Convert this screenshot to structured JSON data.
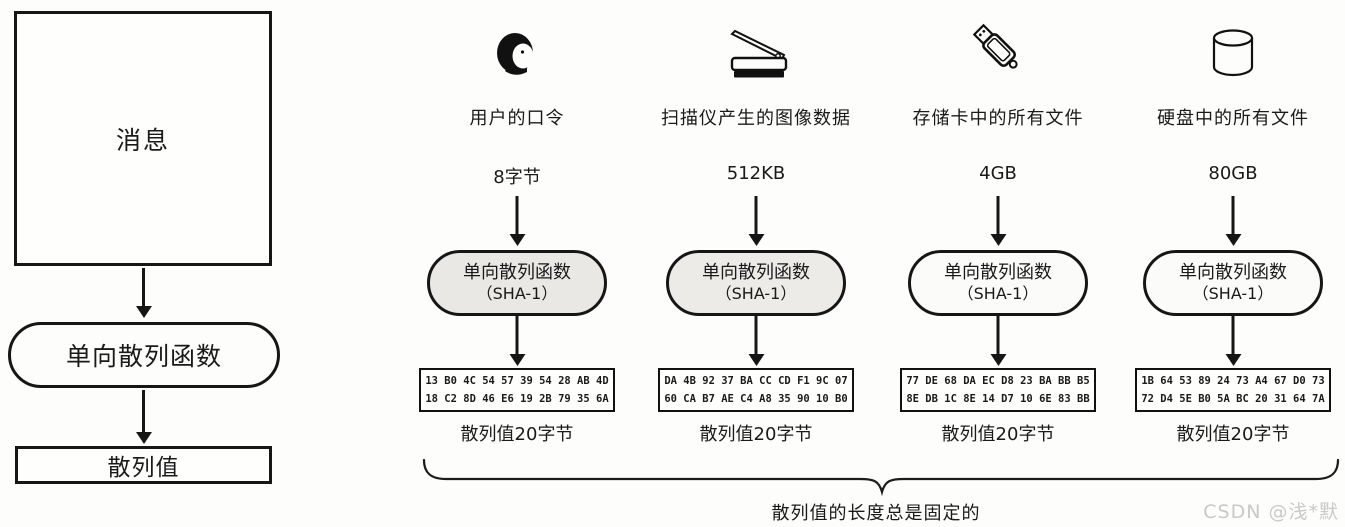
{
  "left_diagram": {
    "message_label": "消息",
    "hash_function_label": "单向散列函数",
    "hash_value_label": "散列值"
  },
  "columns": [
    {
      "icon": "person-icon",
      "source": "用户的口令",
      "size": "8字节",
      "function_line1": "单向散列函数",
      "function_line2": "（SHA-1）",
      "pill_bg": "#eae8e4",
      "hash_line1": "13 B0 4C 54 57 39 54 28 AB 4D",
      "hash_line2": "18 C2 8D 46 E6 19 2B 79 35 6A",
      "hash_label": "散列值20字节"
    },
    {
      "icon": "scanner-icon",
      "source": "扫描仪产生的图像数据",
      "size": "512KB",
      "function_line1": "单向散列函数",
      "function_line2": "（SHA-1）",
      "pill_bg": "#edebe8",
      "hash_line1": "DA 4B 92 37 BA CC CD F1 9C 07",
      "hash_line2": "60 CA B7 AE C4 A8 35 90 10 B0",
      "hash_label": "散列值20字节"
    },
    {
      "icon": "usb-drive-icon",
      "source": "存储卡中的所有文件",
      "size": "4GB",
      "function_line1": "单向散列函数",
      "function_line2": "（SHA-1）",
      "pill_bg": "#fbfbfa",
      "hash_line1": "77 DE 68 DA EC D8 23 BA BB B5",
      "hash_line2": "8E DB 1C 8E 14 D7 10 6E 83 BB",
      "hash_label": "散列值20字节"
    },
    {
      "icon": "hard-disk-icon",
      "source": "硬盘中的所有文件",
      "size": "80GB",
      "function_line1": "单向散列函数",
      "function_line2": "（SHA-1）",
      "pill_bg": "#fbfbfa",
      "hash_line1": "1B 64 53 89 24 73 A4 67 D0 73",
      "hash_line2": "72 D4 5E B0 5A BC 20 31 64 7A",
      "hash_label": "散列值20字节"
    }
  ],
  "footer": {
    "brace_caption": "散列值的长度总是固定的",
    "watermark": "CSDN @浅*默"
  },
  "colors": {
    "line": "#161616",
    "watermark": "#c9c9c9"
  }
}
